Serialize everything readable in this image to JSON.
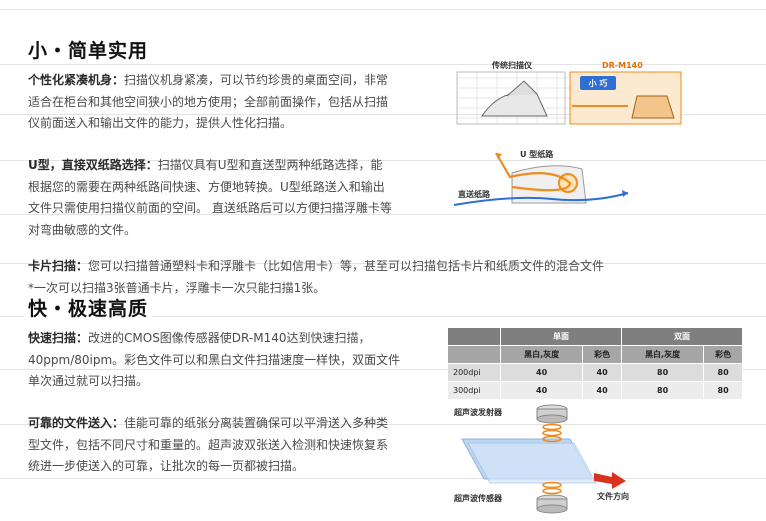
{
  "section1": {
    "title": "小・简单实用",
    "p1": {
      "heading": "个性化紧凑机身：",
      "line1": "扫描仪机身紧凑，可以节约珍贵的桌面空间，非常",
      "line2": "适合在柜台和其他空间狭小的地方使用；全部前面操作，包括从扫描",
      "line3": "仪前面送入和输出文件的能力，提供人性化扫描。"
    },
    "p2": {
      "heading": "U型，直接双纸路选择：",
      "line1": "扫描仪具有U型和直送型两种纸路选择，能",
      "line2": "根据您的需要在两种纸路间快速、方便地转换。U型纸路送入和输出",
      "line3": "文件只需使用扫描仪前面的空间。 直送纸路后可以方便扫描浮雕卡等",
      "line4": "对弯曲敏感的文件。"
    },
    "p3": {
      "heading": "卡片扫描：",
      "line1": "您可以扫描普通塑料卡和浮雕卡（比如信用卡）等，甚至可以扫描包括卡片和纸质文件的混合文件",
      "line2": "*一次可以扫描3张普通卡片，浮雕卡一次只能扫描1张。"
    },
    "fig1": {
      "left_label": "传统扫描仪",
      "right_label": "DR-M140",
      "badge": "小 巧"
    },
    "fig2": {
      "u_label": "U 型纸路",
      "straight_label": "直送纸路"
    }
  },
  "section2": {
    "title": "快・极速高质",
    "p1": {
      "heading": "快速扫描：",
      "line1": "改进的CMOS图像传感器使DR-M140达到快速扫描，",
      "line2": "40ppm/80ipm。彩色文件可以和黑白文件扫描速度一样快，双面文件",
      "line3": "单次通过就可以扫描。"
    },
    "p2": {
      "heading": "可靠的文件送入：",
      "line1": "佳能可靠的纸张分离装置确保可以平滑送入多种类",
      "line2": "型文件，包括不同尺寸和重量的。超声波双张送入检测和快速恢复系",
      "line3": "统进一步使送入的可靠，让批次的每一页都被扫描。"
    },
    "table": {
      "group_simplex": "单面",
      "group_duplex": "双面",
      "sub_bw": "黑白,灰度",
      "sub_color": "彩色",
      "rows": [
        {
          "dpi": "200dpi",
          "values": [
            "40",
            "40",
            "80",
            "80"
          ]
        },
        {
          "dpi": "300dpi",
          "values": [
            "40",
            "40",
            "80",
            "80"
          ]
        }
      ]
    },
    "fig3": {
      "emitter": "超声波发射器",
      "sensor": "超声波传感器",
      "direction": "文件方向"
    }
  },
  "colors": {
    "text": "#4a4a4a",
    "accent_orange": "#f08c1e",
    "accent_blue": "#2f6fd1",
    "arrow_red": "#d9321f"
  }
}
